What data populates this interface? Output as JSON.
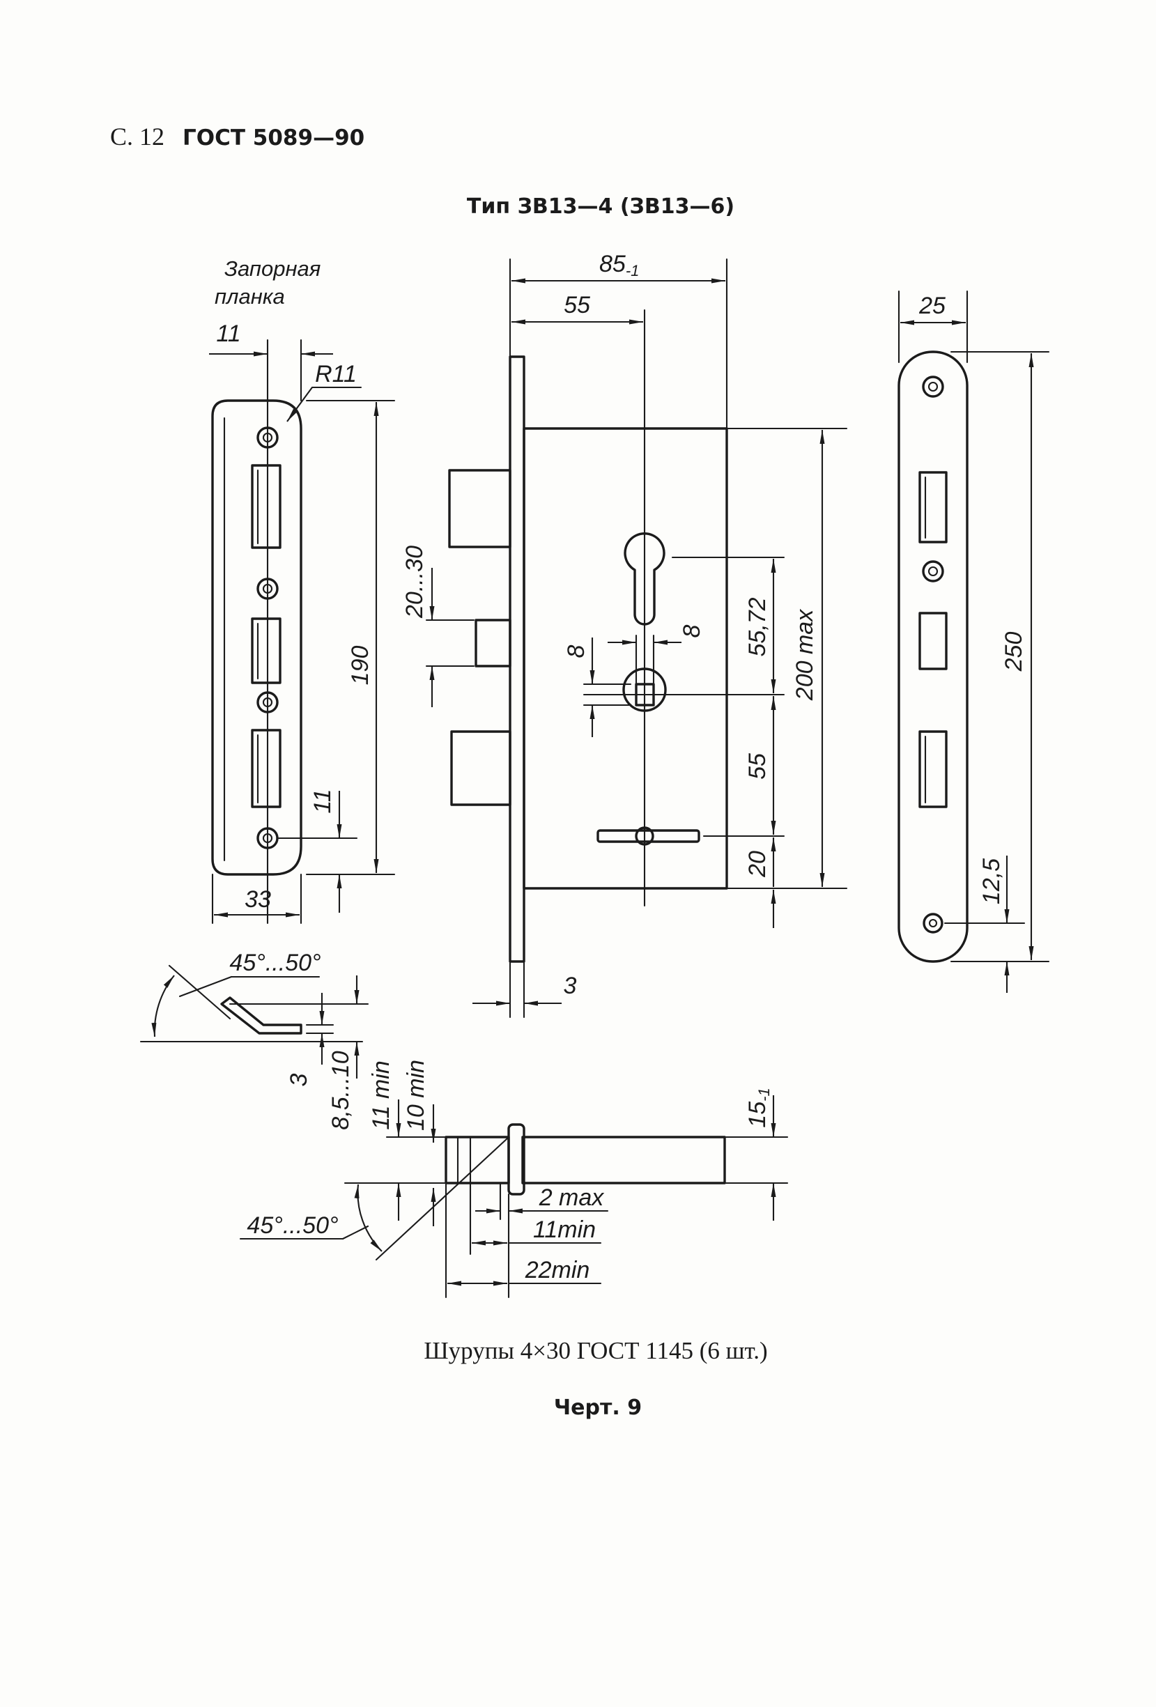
{
  "header": {
    "page": "С. 12",
    "standard": "ГОСТ 5089—90"
  },
  "title": "Тип ЗВ13—4 (ЗВ13—6)",
  "strike_plate_label": {
    "line1": "Запорная",
    "line2": "планка"
  },
  "dims": {
    "d85": "85",
    "d85_tol": "-1",
    "d55_top": "55",
    "d11_plate": "11",
    "r11": "R11",
    "d190": "190",
    "d11_screw": "11",
    "d33": "33",
    "d20_30": "20...30",
    "d8_vertical": "8",
    "d8_horizontal": "8",
    "d55_72": "55,72",
    "d200": "200 max",
    "d55_low": "55",
    "d20": "20",
    "d3_faceplate": "3",
    "d25": "25",
    "d250": "250",
    "d12_5": "12,5",
    "angle_tongue": "45°...50°",
    "d3_tongue": "3",
    "d8_5_10": "8,5...10",
    "d11min_v": "11 min",
    "d10min_v": "10 min",
    "d15": "15",
    "d15_tol": "-1",
    "d2max": "2 max",
    "d11min_h": "11min",
    "d22min": "22min",
    "angle_latch": "45°...50°"
  },
  "caption": "Шурупы 4×30 ГОСТ 1145 (6 шт.)",
  "figure": "Черт. 9"
}
